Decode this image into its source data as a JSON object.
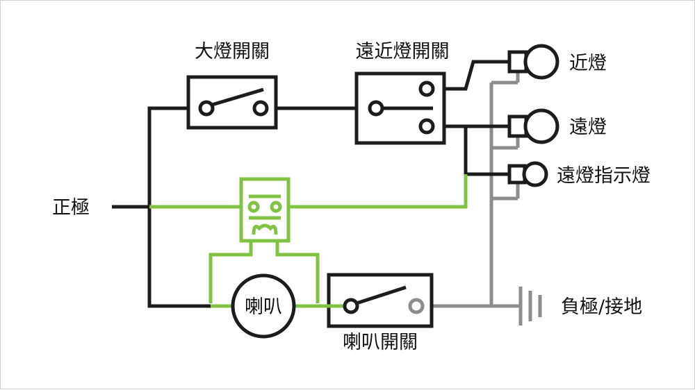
{
  "labels": {
    "positive": "正極",
    "headlight_switch": "大燈開關",
    "beam_switch": "遠近燈開關",
    "low_beam": "近燈",
    "high_beam": "遠燈",
    "high_beam_indicator": "遠燈指示燈",
    "horn": "喇叭",
    "horn_switch": "喇叭開關",
    "ground": "負極/接地"
  },
  "colors": {
    "main_wire": "#1c1c1c",
    "horn_circuit": "#80c342",
    "ground_wire": "#8c8c8c"
  }
}
